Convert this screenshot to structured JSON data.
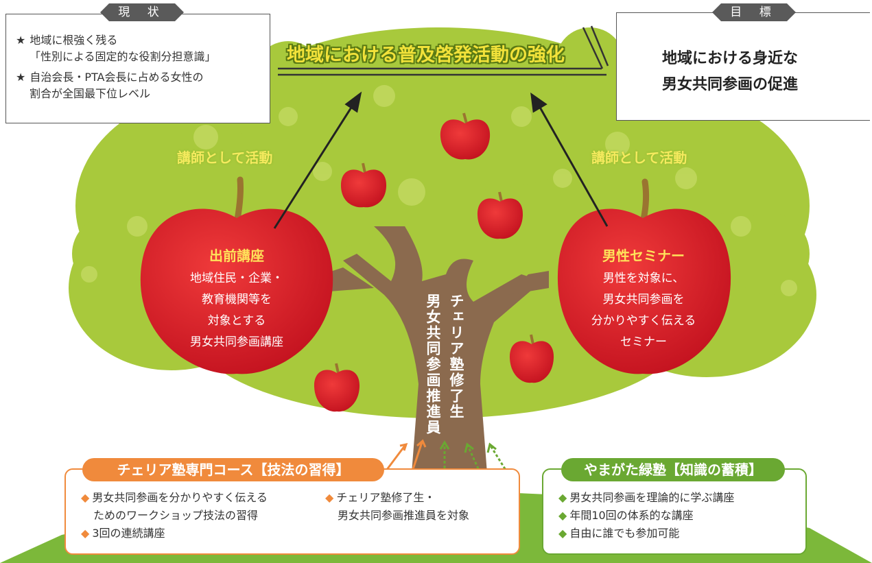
{
  "current_status": {
    "tag": "現 状",
    "items": [
      {
        "mark": "★",
        "lines": [
          "地域に根強く残る",
          "「性別による固定的な役割分担意識」"
        ]
      },
      {
        "mark": "★",
        "lines": [
          "自治会長・PTA会長に占める女性の",
          "割合が全国最下位レベル"
        ]
      }
    ]
  },
  "goal": {
    "tag": "目 標",
    "lines": [
      "地域における身近な",
      "男女共同参画の促進"
    ]
  },
  "banner": "地域における普及啓発活動の強化",
  "activity_label_left": "講師として活動",
  "activity_label_right": "講師として活動",
  "apple_left": {
    "title": "出前講座",
    "lines": [
      "地域住民・企業・",
      "教育機関等を",
      "対象とする",
      "男女共同参画講座"
    ]
  },
  "apple_right": {
    "title": "男性セミナー",
    "lines": [
      "男性を対象に、",
      "男女共同参画を",
      "分かりやすく伝える",
      "セミナー"
    ]
  },
  "trunk": {
    "col1": "チェリア塾修了生",
    "col2": "男女共同参画推進員"
  },
  "course_left": {
    "title": "チェリア塾専門コース【技法の習得】",
    "col1": [
      {
        "mark": "◆",
        "text": "男女共同参画を分かりやすく伝える"
      },
      {
        "mark": "",
        "text": "ためのワークショップ技法の習得"
      },
      {
        "mark": "◆",
        "text": "3回の連続講座"
      }
    ],
    "col2": [
      {
        "mark": "◆",
        "text": "チェリア塾修了生・"
      },
      {
        "mark": "",
        "text": "男女共同参画推進員を対象"
      }
    ]
  },
  "course_right": {
    "title": "やまがた緑塾【知識の蓄積】",
    "items": [
      {
        "mark": "◆",
        "text": "男女共同参画を理論的に学ぶ講座"
      },
      {
        "mark": "◆",
        "text": "年間10回の体系的な講座"
      },
      {
        "mark": "◆",
        "text": "自由に誰でも参加可能"
      }
    ]
  },
  "colors": {
    "foliage": "#a8c93c",
    "foliage_light": "#c2d95a",
    "trunk": "#8b6a4e",
    "apple": "#d81e2a",
    "ground": "#7cb83a",
    "orange": "#f08a3c",
    "green": "#6aa832",
    "tag_gray": "#5a5a5a"
  }
}
